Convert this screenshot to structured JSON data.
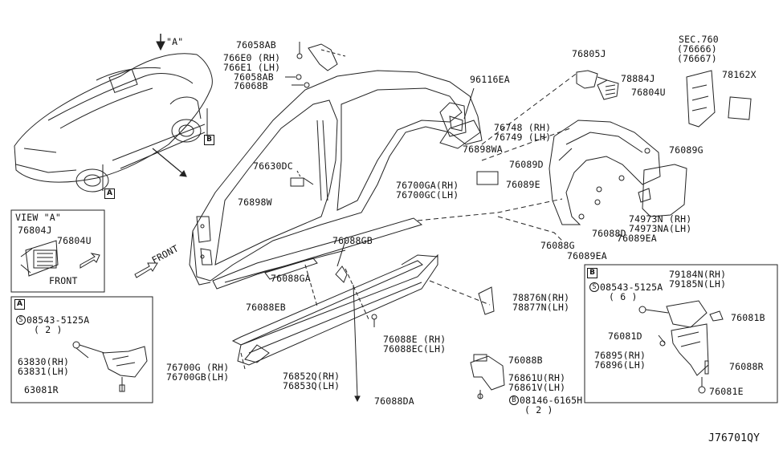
{
  "diagram_code": "J76701QY",
  "view_a": {
    "title": "VIEW \"A\"",
    "front": "FRONT",
    "parts": [
      "76804J",
      "76804U"
    ]
  },
  "arrow_a": "\"A\"",
  "front_main": "FRONT",
  "callouts": {
    "a": "A",
    "b": "B"
  },
  "sec760": {
    "title": "SEC.760",
    "sub1": "(76666)",
    "sub2": "(76667)"
  },
  "box_a": {
    "tag": "A",
    "screw": {
      "prefix": "S",
      "part": "08543-5125A",
      "qty": "( 2 )"
    },
    "parts": [
      "63830(RH)",
      "63831(LH)",
      "63081R"
    ]
  },
  "box_b": {
    "tag": "B",
    "screw": {
      "prefix": "S",
      "part": "08543-5125A",
      "qty": "( 6 )"
    },
    "parts": [
      "79184N(RH)",
      "79185N(LH)",
      "76081B",
      "76081D",
      "76895(RH)",
      "76896(LH)",
      "76088R",
      "76081E"
    ]
  },
  "labels": {
    "p76058ab_1": "76058AB",
    "p766e0": "766E0 (RH)",
    "p766e1": "766E1 (LH)",
    "p76058ab_2": "76058AB",
    "p76068b": "76068B",
    "p96116ea": "96116EA",
    "p76805j": "76805J",
    "p78884j": "78884J",
    "p76804u": "76804U",
    "p78162x": "78162X",
    "p76748": "76748 (RH)",
    "p76749": "76749 (LH)",
    "p76898wa": "76898WA",
    "p76089d": "76089D",
    "p76089e": "76089E",
    "p76089g": "76089G",
    "p76630dc": "76630DC",
    "p76700ga": "76700GA(RH)",
    "p76700gc": "76700GC(LH)",
    "p76898w": "76898W",
    "p74973n": "74973N (RH)",
    "p74973na": "74973NA(LH)",
    "p76088gb": "76088GB",
    "p76088g": "76088G",
    "p76088d": "76088D",
    "p76089ea_1": "76089EA",
    "p76089ea_2": "76089EA",
    "p76088ga": "76088GA",
    "p76088eb": "76088EB",
    "p78876n": "78876N(RH)",
    "p78877n": "78877N(LH)",
    "p76088e": "76088E (RH)",
    "p76088ec": "76088EC(LH)",
    "p76700g": "76700G (RH)",
    "p76700gb": "76700GB(LH)",
    "p76852q": "76852Q(RH)",
    "p76853q": "76853Q(LH)",
    "p76088b": "76088B",
    "p76861u": "76861U(RH)",
    "p76861v": "76861V(LH)",
    "p08146_prefix": "B",
    "p08146": "08146-6165H",
    "p08146_qty": "( 2 )",
    "p76088da": "76088DA"
  }
}
